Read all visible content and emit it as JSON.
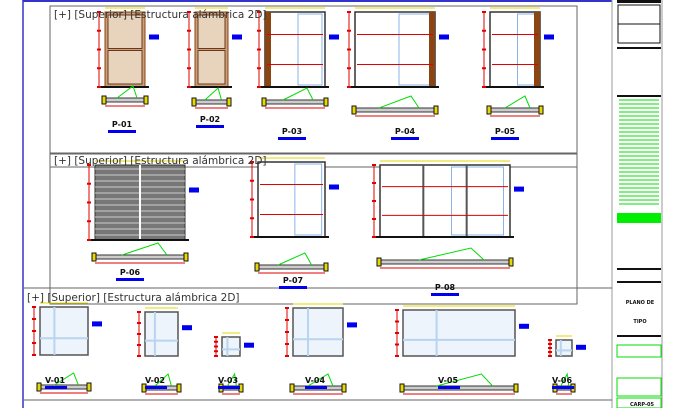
{
  "viewports": [
    {
      "label": "[+] [Superior] [Estructura alámbrica 2D]"
    },
    {
      "label": "[+] [Superior] [Estructura alámbrica 2D]"
    },
    {
      "label": "[+] [Superior] [Estructura alámbrica 2D]"
    }
  ],
  "doors": [
    "P-01",
    "P-02",
    "P-03",
    "P-04",
    "P-05",
    "P-06",
    "P-07",
    "P-08"
  ],
  "windows": [
    "V-01",
    "V-02",
    "V-03",
    "V-04",
    "V-05",
    "V-06"
  ],
  "title_block": {
    "line1": "PLANO DE",
    "line2": "TIPO",
    "code": "CARP-05"
  },
  "colors": {
    "frame": "#3333cc",
    "dim": "#e00000",
    "note": "#0000ee",
    "green": "#00dd00",
    "wood": "#8b4513",
    "glass": "#b8d4f0"
  }
}
